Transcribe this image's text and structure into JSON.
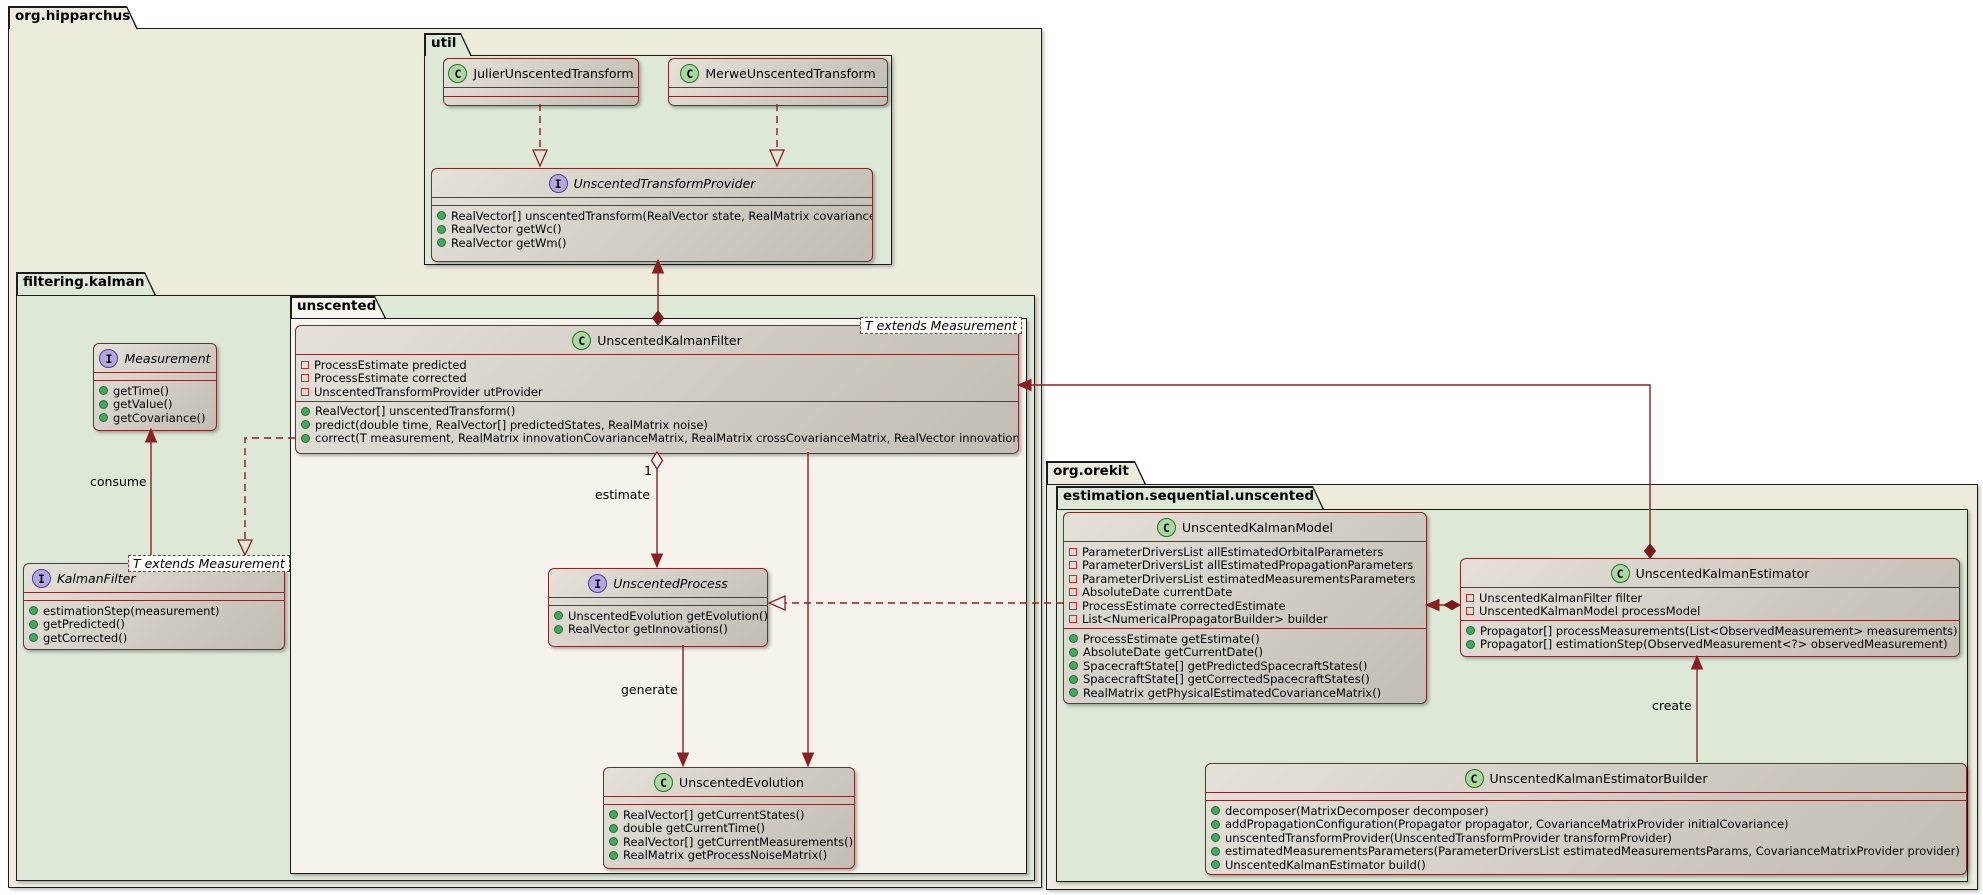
{
  "diagram": {
    "packages": {
      "org_hipparchus": "org.hipparchus",
      "util": "util",
      "filtering_kalman": "filtering.kalman",
      "unscented": "unscented",
      "org_orekit": "org.orekit",
      "estimation_sequential_unscented": "estimation.sequential.unscented"
    },
    "classes": {
      "julier": {
        "icon": "C",
        "name": "JulierUnscentedTransform",
        "fields": [],
        "methods": []
      },
      "merwe": {
        "icon": "C",
        "name": "MerweUnscentedTransform",
        "fields": [],
        "methods": []
      },
      "transform_provider": {
        "icon": "I",
        "name": "UnscentedTransformProvider",
        "methods": [
          "RealVector[] unscentedTransform(RealVector state, RealMatrix covariance)",
          "RealVector getWc()",
          "RealVector getWm()"
        ]
      },
      "measurement": {
        "icon": "I",
        "name": "Measurement",
        "methods": [
          "getTime()",
          "getValue()",
          "getCovariance()"
        ]
      },
      "kalman_filter": {
        "icon": "I",
        "name": "KalmanFilter",
        "generic": "T extends Measurement",
        "methods": [
          "estimationStep(measurement)",
          "getPredicted()",
          "getCorrected()"
        ]
      },
      "unscented_kalman_filter": {
        "icon": "C",
        "name": "UnscentedKalmanFilter",
        "generic": "T extends Measurement",
        "fields": [
          "ProcessEstimate predicted",
          "ProcessEstimate corrected",
          "UnscentedTransformProvider utProvider"
        ],
        "methods": [
          "RealVector[] unscentedTransform()",
          "predict(double time, RealVector[] predictedStates, RealMatrix noise)",
          "correct(T measurement, RealMatrix innovationCovarianceMatrix, RealMatrix crossCovarianceMatrix, RealVector innovation)"
        ]
      },
      "unscented_process": {
        "icon": "I",
        "name": "UnscentedProcess",
        "methods": [
          "UnscentedEvolution getEvolution()",
          "RealVector getInnovations()"
        ]
      },
      "unscented_evolution": {
        "icon": "C",
        "name": "UnscentedEvolution",
        "methods": [
          "RealVector[] getCurrentStates()",
          "double getCurrentTime()",
          "RealVector[] getCurrentMeasurements()",
          "RealMatrix getProcessNoiseMatrix()"
        ]
      },
      "unscented_kalman_model": {
        "icon": "C",
        "name": "UnscentedKalmanModel",
        "fields": [
          "ParameterDriversList allEstimatedOrbitalParameters",
          "ParameterDriversList allEstimatedPropagationParameters",
          "ParameterDriversList estimatedMeasurementsParameters",
          "AbsoluteDate currentDate",
          "ProcessEstimate correctedEstimate",
          "List<NumericalPropagatorBuilder> builder"
        ],
        "methods": [
          "ProcessEstimate getEstimate()",
          "AbsoluteDate getCurrentDate()",
          "SpacecraftState[] getPredictedSpacecraftStates()",
          "SpacecraftState[] getCorrectedSpacecraftStates()",
          "RealMatrix getPhysicalEstimatedCovarianceMatrix()"
        ]
      },
      "unscented_kalman_estimator": {
        "icon": "C",
        "name": "UnscentedKalmanEstimator",
        "fields": [
          "UnscentedKalmanFilter filter",
          "UnscentedKalmanModel processModel"
        ],
        "methods": [
          "Propagator[] processMeasurements(List<ObservedMeasurement> measurements)",
          "Propagator[] estimationStep(ObservedMeasurement<?> observedMeasurement)"
        ]
      },
      "unscented_kalman_estimator_builder": {
        "icon": "C",
        "name": "UnscentedKalmanEstimatorBuilder",
        "methods": [
          "decomposer(MatrixDecomposer decomposer)",
          "addPropagationConfiguration(Propagator propagator, CovarianceMatrixProvider initialCovariance)",
          "unscentedTransformProvider(UnscentedTransformProvider transformProvider)",
          "estimatedMeasurementsParameters(ParameterDriversList estimatedMeasurementsParams, CovarianceMatrixProvider provider)",
          "UnscentedKalmanEstimator build()"
        ]
      }
    },
    "edge_labels": {
      "consume": "consume",
      "estimate": "estimate",
      "generate": "generate",
      "create": "create",
      "multiplicity_one": "1"
    },
    "colors": {
      "edge_line": "#8b2020",
      "class_border": "#7d2b2b",
      "class_icon_bg": "#a9d99f",
      "interface_icon_bg": "#b4a7e1"
    }
  }
}
